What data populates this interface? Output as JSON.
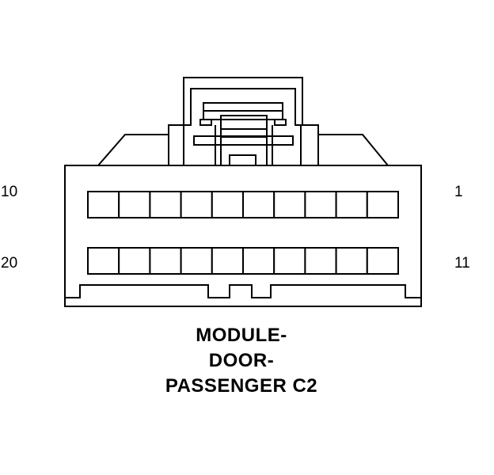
{
  "diagram": {
    "caption_lines": [
      "MODULE-",
      "DOOR-",
      "PASSENGER C2"
    ],
    "pin_labels": {
      "top_left": "10",
      "top_right": "1",
      "bottom_left": "20",
      "bottom_right": "11"
    },
    "rows": 2,
    "cavities_per_row": 10
  },
  "colors": {
    "line": "#000000",
    "background": "#ffffff"
  }
}
